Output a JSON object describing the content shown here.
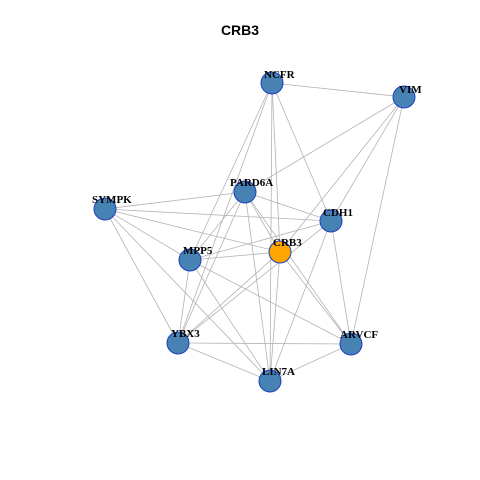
{
  "title": "CRB3",
  "colors": {
    "node_default": "#4682B4",
    "node_center": "#FFA500",
    "node_stroke": "#1f3fbf",
    "edge": "#b3b3b3"
  },
  "nodes": [
    {
      "id": "NCFR",
      "label": "NCFR",
      "center": false
    },
    {
      "id": "VIM",
      "label": "VIM",
      "center": false
    },
    {
      "id": "PARD6A",
      "label": "PARD6A",
      "center": false
    },
    {
      "id": "SYMPK",
      "label": "SYMPK",
      "center": false
    },
    {
      "id": "CDH1",
      "label": "CDH1",
      "center": false
    },
    {
      "id": "CRB3",
      "label": "CRB3",
      "center": true
    },
    {
      "id": "MPP5",
      "label": "MPP5",
      "center": false
    },
    {
      "id": "YBX3",
      "label": "YBX3",
      "center": false
    },
    {
      "id": "ARVCF",
      "label": "ARVCF",
      "center": false
    },
    {
      "id": "LIN7A",
      "label": "LIN7A",
      "center": false
    }
  ],
  "edges": [
    [
      "NCFR",
      "VIM"
    ],
    [
      "NCFR",
      "CDH1"
    ],
    [
      "NCFR",
      "CRB3"
    ],
    [
      "NCFR",
      "MPP5"
    ],
    [
      "NCFR",
      "LIN7A"
    ],
    [
      "NCFR",
      "YBX3"
    ],
    [
      "VIM",
      "PARD6A"
    ],
    [
      "VIM",
      "CDH1"
    ],
    [
      "VIM",
      "CRB3"
    ],
    [
      "VIM",
      "ARVCF"
    ],
    [
      "PARD6A",
      "SYMPK"
    ],
    [
      "PARD6A",
      "CDH1"
    ],
    [
      "PARD6A",
      "CRB3"
    ],
    [
      "PARD6A",
      "MPP5"
    ],
    [
      "PARD6A",
      "YBX3"
    ],
    [
      "PARD6A",
      "LIN7A"
    ],
    [
      "PARD6A",
      "ARVCF"
    ],
    [
      "SYMPK",
      "CDH1"
    ],
    [
      "SYMPK",
      "CRB3"
    ],
    [
      "SYMPK",
      "MPP5"
    ],
    [
      "SYMPK",
      "YBX3"
    ],
    [
      "SYMPK",
      "LIN7A"
    ],
    [
      "CDH1",
      "MPP5"
    ],
    [
      "CDH1",
      "YBX3"
    ],
    [
      "CDH1",
      "ARVCF"
    ],
    [
      "CDH1",
      "LIN7A"
    ],
    [
      "CRB3",
      "MPP5"
    ],
    [
      "CRB3",
      "YBX3"
    ],
    [
      "CRB3",
      "ARVCF"
    ],
    [
      "CRB3",
      "LIN7A"
    ],
    [
      "MPP5",
      "YBX3"
    ],
    [
      "MPP5",
      "ARVCF"
    ],
    [
      "MPP5",
      "LIN7A"
    ],
    [
      "YBX3",
      "ARVCF"
    ],
    [
      "YBX3",
      "LIN7A"
    ],
    [
      "ARVCF",
      "LIN7A"
    ]
  ]
}
